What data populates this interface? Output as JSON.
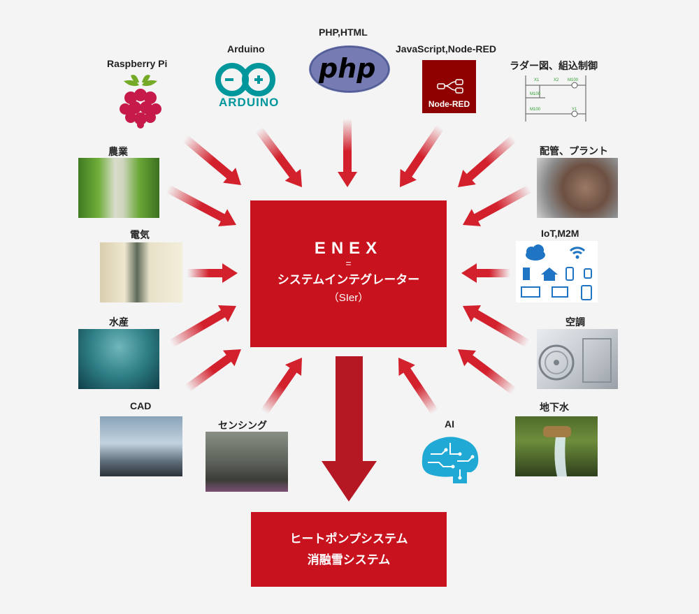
{
  "center": {
    "title": "ENEX",
    "eq": "=",
    "subtitle": "システムインテグレーター",
    "abbr": "（SIer）"
  },
  "bottom": {
    "line1": "ヒートポンプシステム",
    "line2": "消融雪システム"
  },
  "labels": {
    "raspberry": "Raspberry Pi",
    "arduino": "Arduino",
    "php": "PHP,HTML",
    "nodered": "JavaScript,Node-RED",
    "ladder": "ラダー図、組込制御",
    "agri": "農業",
    "plant": "配管、プラント",
    "elec": "電気",
    "iot": "IoT,M2M",
    "fish": "水産",
    "hvac": "空調",
    "cad": "CAD",
    "ground": "地下水",
    "sensing": "センシング",
    "ai": "AI"
  },
  "logos": {
    "arduino": "ARDUINO",
    "php": "php",
    "nodered": "Node-RED"
  },
  "ladder_text": {
    "x1": "X1",
    "x2": "X2",
    "m100a": "M100",
    "m100b": "M100",
    "m100c": "M100",
    "y1": "Y1"
  },
  "colors": {
    "accent": "#c8121e",
    "arrow": "#d2202c"
  }
}
